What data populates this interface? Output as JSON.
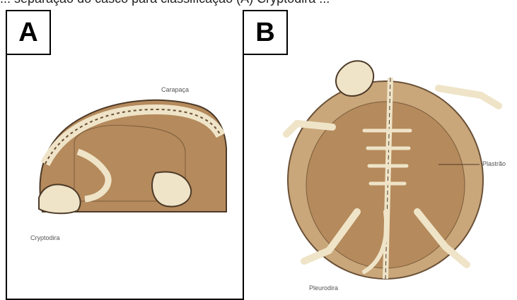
{
  "top_text": "... separação do casco para classificação (A) Cryptodira ...",
  "panels": [
    {
      "letter": "A",
      "label": "Cryptodira",
      "annotation": "Carapaça"
    },
    {
      "letter": "B",
      "label": "Pleurodira",
      "annotation": "Plastrão"
    }
  ]
}
